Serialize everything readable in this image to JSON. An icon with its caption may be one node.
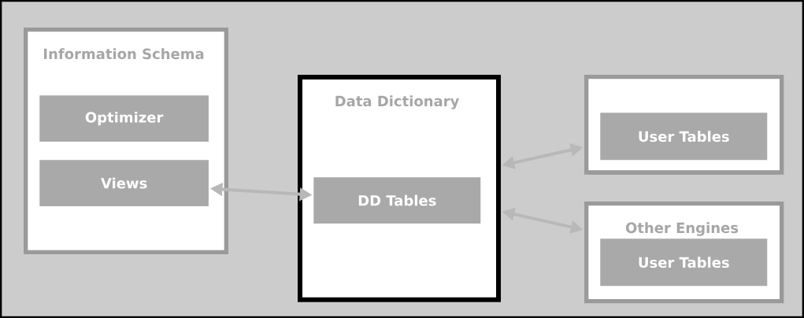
{
  "diagram": {
    "nodes": [
      {
        "text": [
          "Information Schema"
        ]
      },
      {
        "text": [
          "Optimizer"
        ],
        "in": 0
      },
      {
        "text": [
          "Views"
        ],
        "in": 0
      },
      {
        "text": [
          "Data Dictionary"
        ]
      },
      {
        "text": [
          "DD Tables"
        ],
        "in": 3
      },
      {
        "text": [],
        "shape": "box"
      },
      {
        "text": [
          "User Tables"
        ],
        "in": 5
      },
      {
        "text": [
          "Other Engines"
        ]
      },
      {
        "text": [
          "User Tables"
        ],
        "in": 7
      }
    ],
    "edges": [
      {
        "from": 2,
        "to": 4,
        "arrow": "both"
      },
      {
        "from": 3,
        "to": 5,
        "arrow": "both"
      },
      {
        "from": 3,
        "to": 7,
        "arrow": "both"
      }
    ]
  }
}
